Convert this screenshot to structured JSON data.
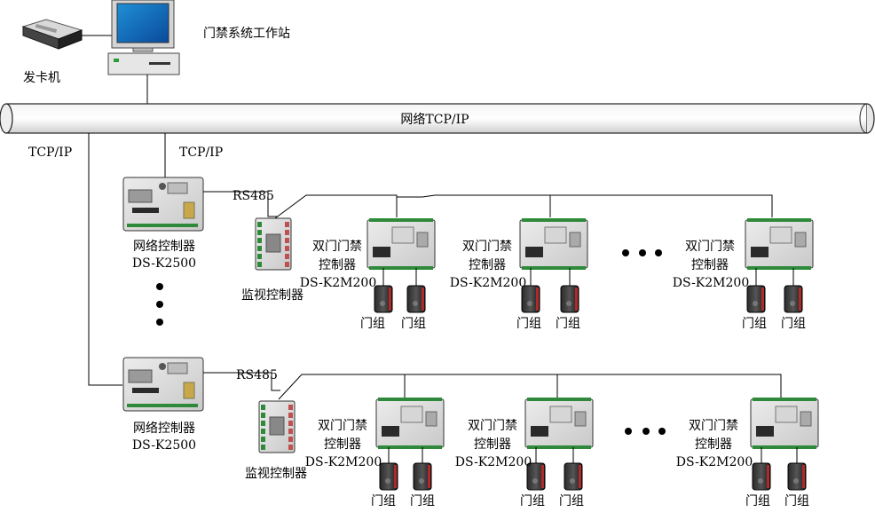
{
  "top": {
    "workstation_label": "门禁系统工作站",
    "card_issuer_label": "发卡机",
    "network_bus_label": "网络TCP/IP"
  },
  "links": {
    "tcpip_left": "TCP/IP",
    "tcpip_right": "TCP/IP",
    "rs485": "RS485"
  },
  "network_controller": {
    "name": "网络控制器",
    "model": "DS-K2500"
  },
  "monitor_controller": {
    "name": "监视控制器"
  },
  "door_controller": {
    "name": "双门门禁",
    "name2": "控制器",
    "model": "DS-K2M200"
  },
  "door_group_label": "门组",
  "rows": [
    {
      "network_controller": {
        "name": "网络控制器",
        "model": "DS-K2500"
      },
      "rs485": "RS485",
      "monitor_label": "监视控制器",
      "door_controllers": [
        {
          "name": "双门门禁",
          "name2": "控制器",
          "model": "DS-K2M200",
          "door_groups": [
            "门组",
            "门组"
          ]
        },
        {
          "name": "双门门禁",
          "name2": "控制器",
          "model": "DS-K2M200",
          "door_groups": [
            "门组",
            "门组"
          ]
        },
        {
          "name": "双门门禁",
          "name2": "控制器",
          "model": "DS-K2M200",
          "door_groups": [
            "门组",
            "门组"
          ]
        }
      ]
    },
    {
      "network_controller": {
        "name": "网络控制器",
        "model": "DS-K2500"
      },
      "rs485": "RS485",
      "monitor_label": "监视控制器",
      "door_controllers": [
        {
          "name": "双门门禁",
          "name2": "控制器",
          "model": "DS-K2M200",
          "door_groups": [
            "门组",
            "门组"
          ]
        },
        {
          "name": "双门门禁",
          "name2": "控制器",
          "model": "DS-K2M200",
          "door_groups": [
            "门组",
            "门组"
          ]
        },
        {
          "name": "双门门禁",
          "name2": "控制器",
          "model": "DS-K2M200",
          "door_groups": [
            "门组",
            "门组"
          ]
        }
      ]
    }
  ]
}
